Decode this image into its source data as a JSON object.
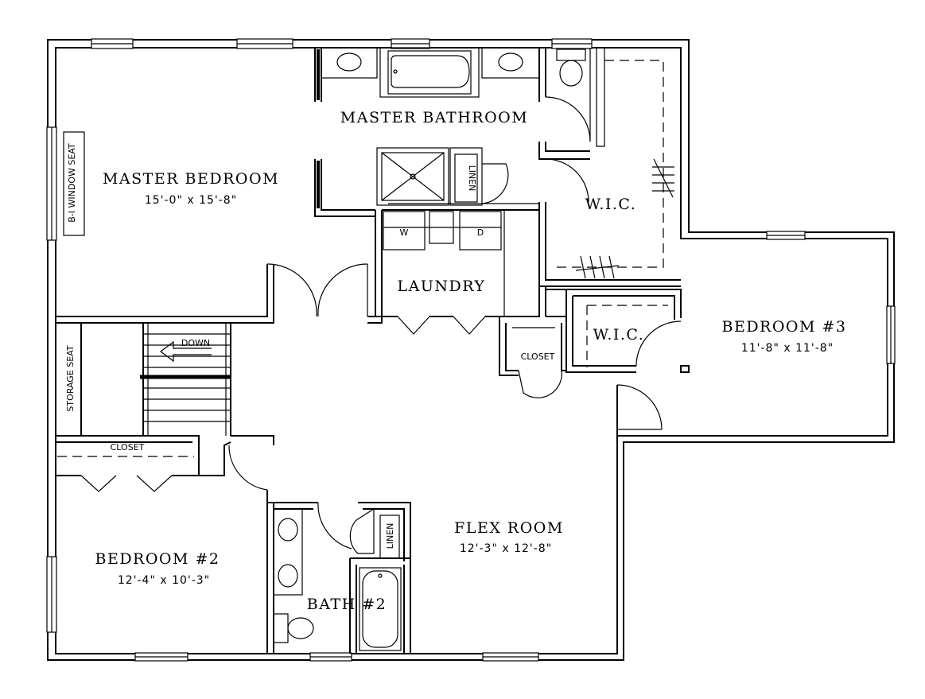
{
  "rooms": {
    "master_bedroom": {
      "name": "MASTER  BEDROOM",
      "dims": "15'-0\" x 15'-8\""
    },
    "master_bathroom": {
      "name": "MASTER  BATHROOM"
    },
    "wic_master": {
      "name": "W.I.C."
    },
    "laundry": {
      "name": "LAUNDRY"
    },
    "bedroom_3": {
      "name": "BEDROOM  #3",
      "dims": "11'-8\" x 11'-8\""
    },
    "wic_bedroom_3": {
      "name": "W.I.C."
    },
    "flex_room": {
      "name": "FLEX  ROOM",
      "dims": "12'-3\" x 12'-8\""
    },
    "bedroom_2": {
      "name": "BEDROOM  #2",
      "dims": "12'-4\" x 10'-3\""
    },
    "bath_2": {
      "name": "BATH  #2"
    }
  },
  "labels": {
    "window_seat": "B-I WINDOW SEAT",
    "storage_seat": "STORAGE SEAT",
    "stair_down": "DOWN",
    "closet_hall": "CLOSET",
    "closet_bedroom_2": "CLOSET",
    "linen_master": "LINEN",
    "linen_bath_2": "LINEN",
    "washer": "W",
    "dryer": "D"
  }
}
